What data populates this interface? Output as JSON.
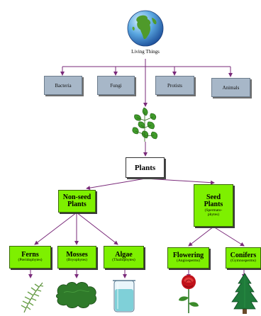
{
  "root": {
    "label": "Living Things",
    "icon": "globe-icon"
  },
  "kingdoms": [
    {
      "label": "Bacteria"
    },
    {
      "label": "Fungi"
    },
    {
      "label": "Protists"
    },
    {
      "label": "Animals"
    }
  ],
  "plants": {
    "label": "Plants",
    "icon": "plant-leaves-icon"
  },
  "groups": {
    "nonseed": {
      "line1": "Non-seed",
      "line2": "Plants"
    },
    "seed": {
      "line1": "Seed",
      "line2": "Plants",
      "sub1": "(Spermato-",
      "sub2": "phytes)"
    }
  },
  "leaves": [
    {
      "title": "Ferns",
      "sub": "(Pteridophytes)",
      "icon": "fern-icon"
    },
    {
      "title": "Mosses",
      "sub": "(Bryophytes)",
      "icon": "moss-icon"
    },
    {
      "title": "Algae",
      "sub": "(Thallophytes)",
      "icon": "beaker-icon"
    },
    {
      "title": "Flowering",
      "sub": "(Angiosperms)",
      "icon": "rose-icon"
    },
    {
      "title": "Conifers",
      "sub": "(Gymnosperms)",
      "icon": "pine-tree-icon"
    }
  ],
  "colors": {
    "line": "#7a2a7a",
    "green": "#7ef000",
    "gray": "#a7b7c8"
  }
}
